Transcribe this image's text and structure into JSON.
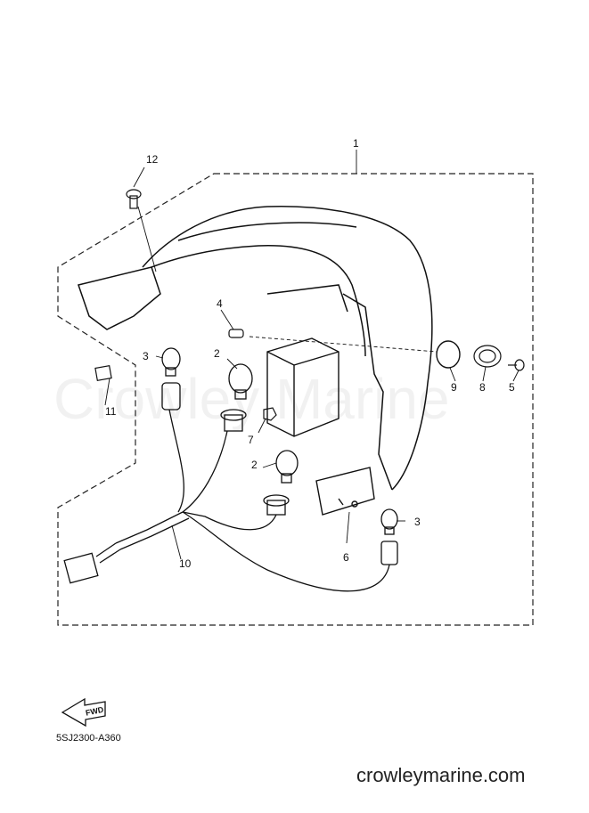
{
  "diagram": {
    "callouts": {
      "c1": "1",
      "c2a": "2",
      "c2b": "2",
      "c3a": "3",
      "c3b": "3",
      "c4": "4",
      "c5": "5",
      "c6": "6",
      "c7": "7",
      "c8": "8",
      "c9": "9",
      "c10": "10",
      "c11": "11",
      "c12": "12"
    },
    "fwd_label": "FWD",
    "part_code": "5SJ2300-A360",
    "watermark": "Crowley Marine",
    "site_url": "crowleymarine.com"
  }
}
